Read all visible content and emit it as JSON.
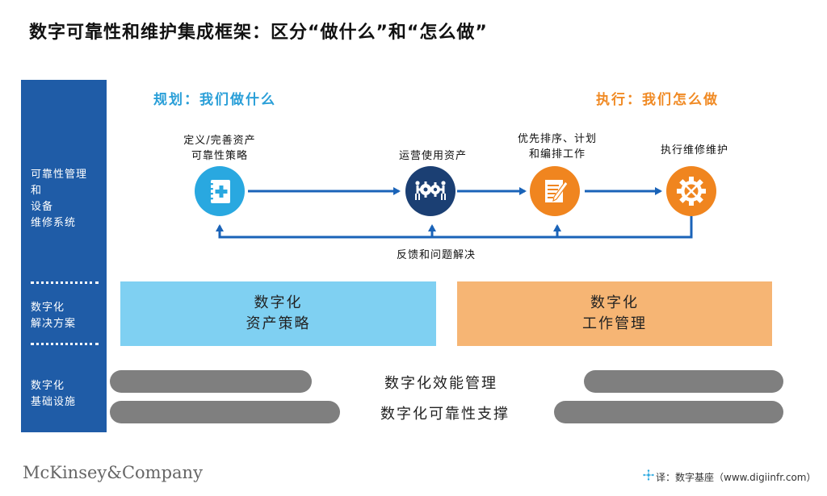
{
  "title": "数字可靠性和维护集成框架：区分“做什么”和“怎么做”",
  "sidebar": {
    "section1": [
      "可靠性管理",
      "和",
      "设备",
      "维修系统"
    ],
    "section2": [
      "数字化",
      "解决方案"
    ],
    "section3": [
      "数字化",
      "基础设施"
    ]
  },
  "phases": {
    "plan": "规划：我们做什么",
    "execute": "执行：我们怎么做"
  },
  "steps": [
    {
      "label_lines": [
        "定义/完善资产",
        "可靠性策略"
      ],
      "icon": "notebook-plus-icon",
      "color": "#29a8e0"
    },
    {
      "label_lines": [
        "运营使用资产"
      ],
      "icon": "gears-people-icon",
      "color": "#1b3f73"
    },
    {
      "label_lines": [
        "优先排序、计划",
        "和编排工作"
      ],
      "icon": "document-pencil-icon",
      "color": "#f0851f"
    },
    {
      "label_lines": [
        "执行维修维护"
      ],
      "icon": "gear-tools-icon",
      "color": "#f0851f"
    }
  ],
  "feedback_label": "反馈和问题解决",
  "solutions": {
    "left": [
      "数字化",
      "资产策略"
    ],
    "right": [
      "数字化",
      "工作管理"
    ],
    "left_color": "#7fd0f2",
    "right_color": "#f6b574"
  },
  "infrastructure": {
    "row1": "数字化效能管理",
    "row2": "数字化可靠性支撑"
  },
  "colors": {
    "sidebar": "#1f5ca7",
    "arrow": "#1a63b8",
    "plan_text": "#2a9fd8",
    "exec_text": "#f08a24",
    "pill": "#7f7f7f"
  },
  "footer": {
    "logo": "McKinsey&Company",
    "credit": "译：数字基座（www.digiinfr.com）"
  }
}
